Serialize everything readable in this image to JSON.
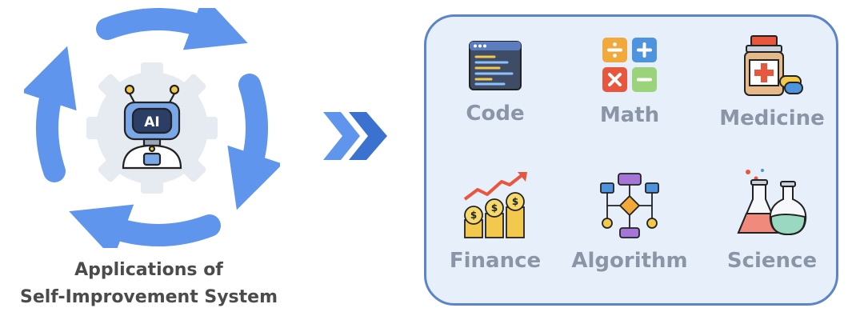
{
  "diagram": {
    "center_icon_text": "AI",
    "caption_line1": "Applications of",
    "caption_line2": "Self-Improvement System"
  },
  "applications": [
    {
      "label": "Code",
      "icon": "code-editor-icon"
    },
    {
      "label": "Math",
      "icon": "math-operations-icon"
    },
    {
      "label": "Medicine",
      "icon": "medicine-bottle-icon"
    },
    {
      "label": "Finance",
      "icon": "finance-coins-chart-icon"
    },
    {
      "label": "Algorithm",
      "icon": "algorithm-flowchart-icon"
    },
    {
      "label": "Science",
      "icon": "science-flasks-icon"
    }
  ],
  "colors": {
    "cycle_arrows": "#5f95ec",
    "chevrons": "#4a86dd",
    "panel_border": "#5b85c8",
    "panel_fill": "#e7effb",
    "label_gray": "#8a96a6"
  }
}
